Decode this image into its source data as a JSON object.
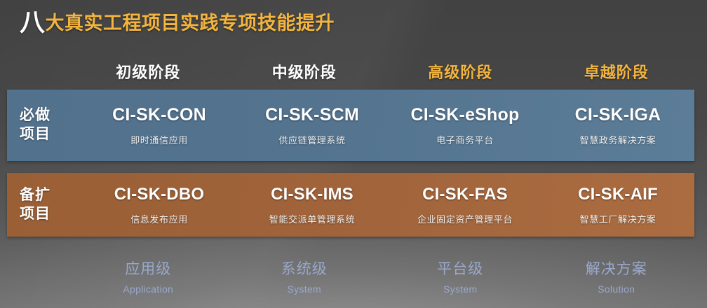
{
  "title": {
    "lead": "八",
    "rest": "大真实工程项目实践专项技能提升"
  },
  "colors": {
    "title_lead": "#ffffff",
    "title_rest": "#f3b53f",
    "header_white": "#ffffff",
    "header_gold": "#f3b53f",
    "band_required": "#53738f",
    "band_optional": "#a0633a",
    "footer_text": "#9aa8cc",
    "background": "#474747"
  },
  "stage_headers": [
    {
      "label": "初级阶段",
      "style": "white"
    },
    {
      "label": "中级阶段",
      "style": "white"
    },
    {
      "label": "高级阶段",
      "style": "gold"
    },
    {
      "label": "卓越阶段",
      "style": "gold"
    }
  ],
  "rows": [
    {
      "key": "required",
      "label_line1": "必做",
      "label_line2": "项目",
      "cells": [
        {
          "code": "CI-SK-CON",
          "desc": "即时通信应用"
        },
        {
          "code": "CI-SK-SCM",
          "desc": "供应链管理系统"
        },
        {
          "code": "CI-SK-eShop",
          "desc": "电子商务平台"
        },
        {
          "code": "CI-SK-IGA",
          "desc": "智慧政务解决方案"
        }
      ]
    },
    {
      "key": "optional",
      "label_line1": "备扩",
      "label_line2": "项目",
      "cells": [
        {
          "code": "CI-SK-DBO",
          "desc": "信息发布应用"
        },
        {
          "code": "CI-SK-IMS",
          "desc": "智能交派单管理系统"
        },
        {
          "code": "CI-SK-FAS",
          "desc": "企业固定资产管理平台"
        },
        {
          "code": "CI-SK-AIF",
          "desc": "智慧工厂解决方案"
        }
      ]
    }
  ],
  "tiers": [
    {
      "cn": "应用级",
      "en": "Application"
    },
    {
      "cn": "系统级",
      "en": "System"
    },
    {
      "cn": "平台级",
      "en": "System"
    },
    {
      "cn": "解决方案",
      "en": "Solution"
    }
  ]
}
